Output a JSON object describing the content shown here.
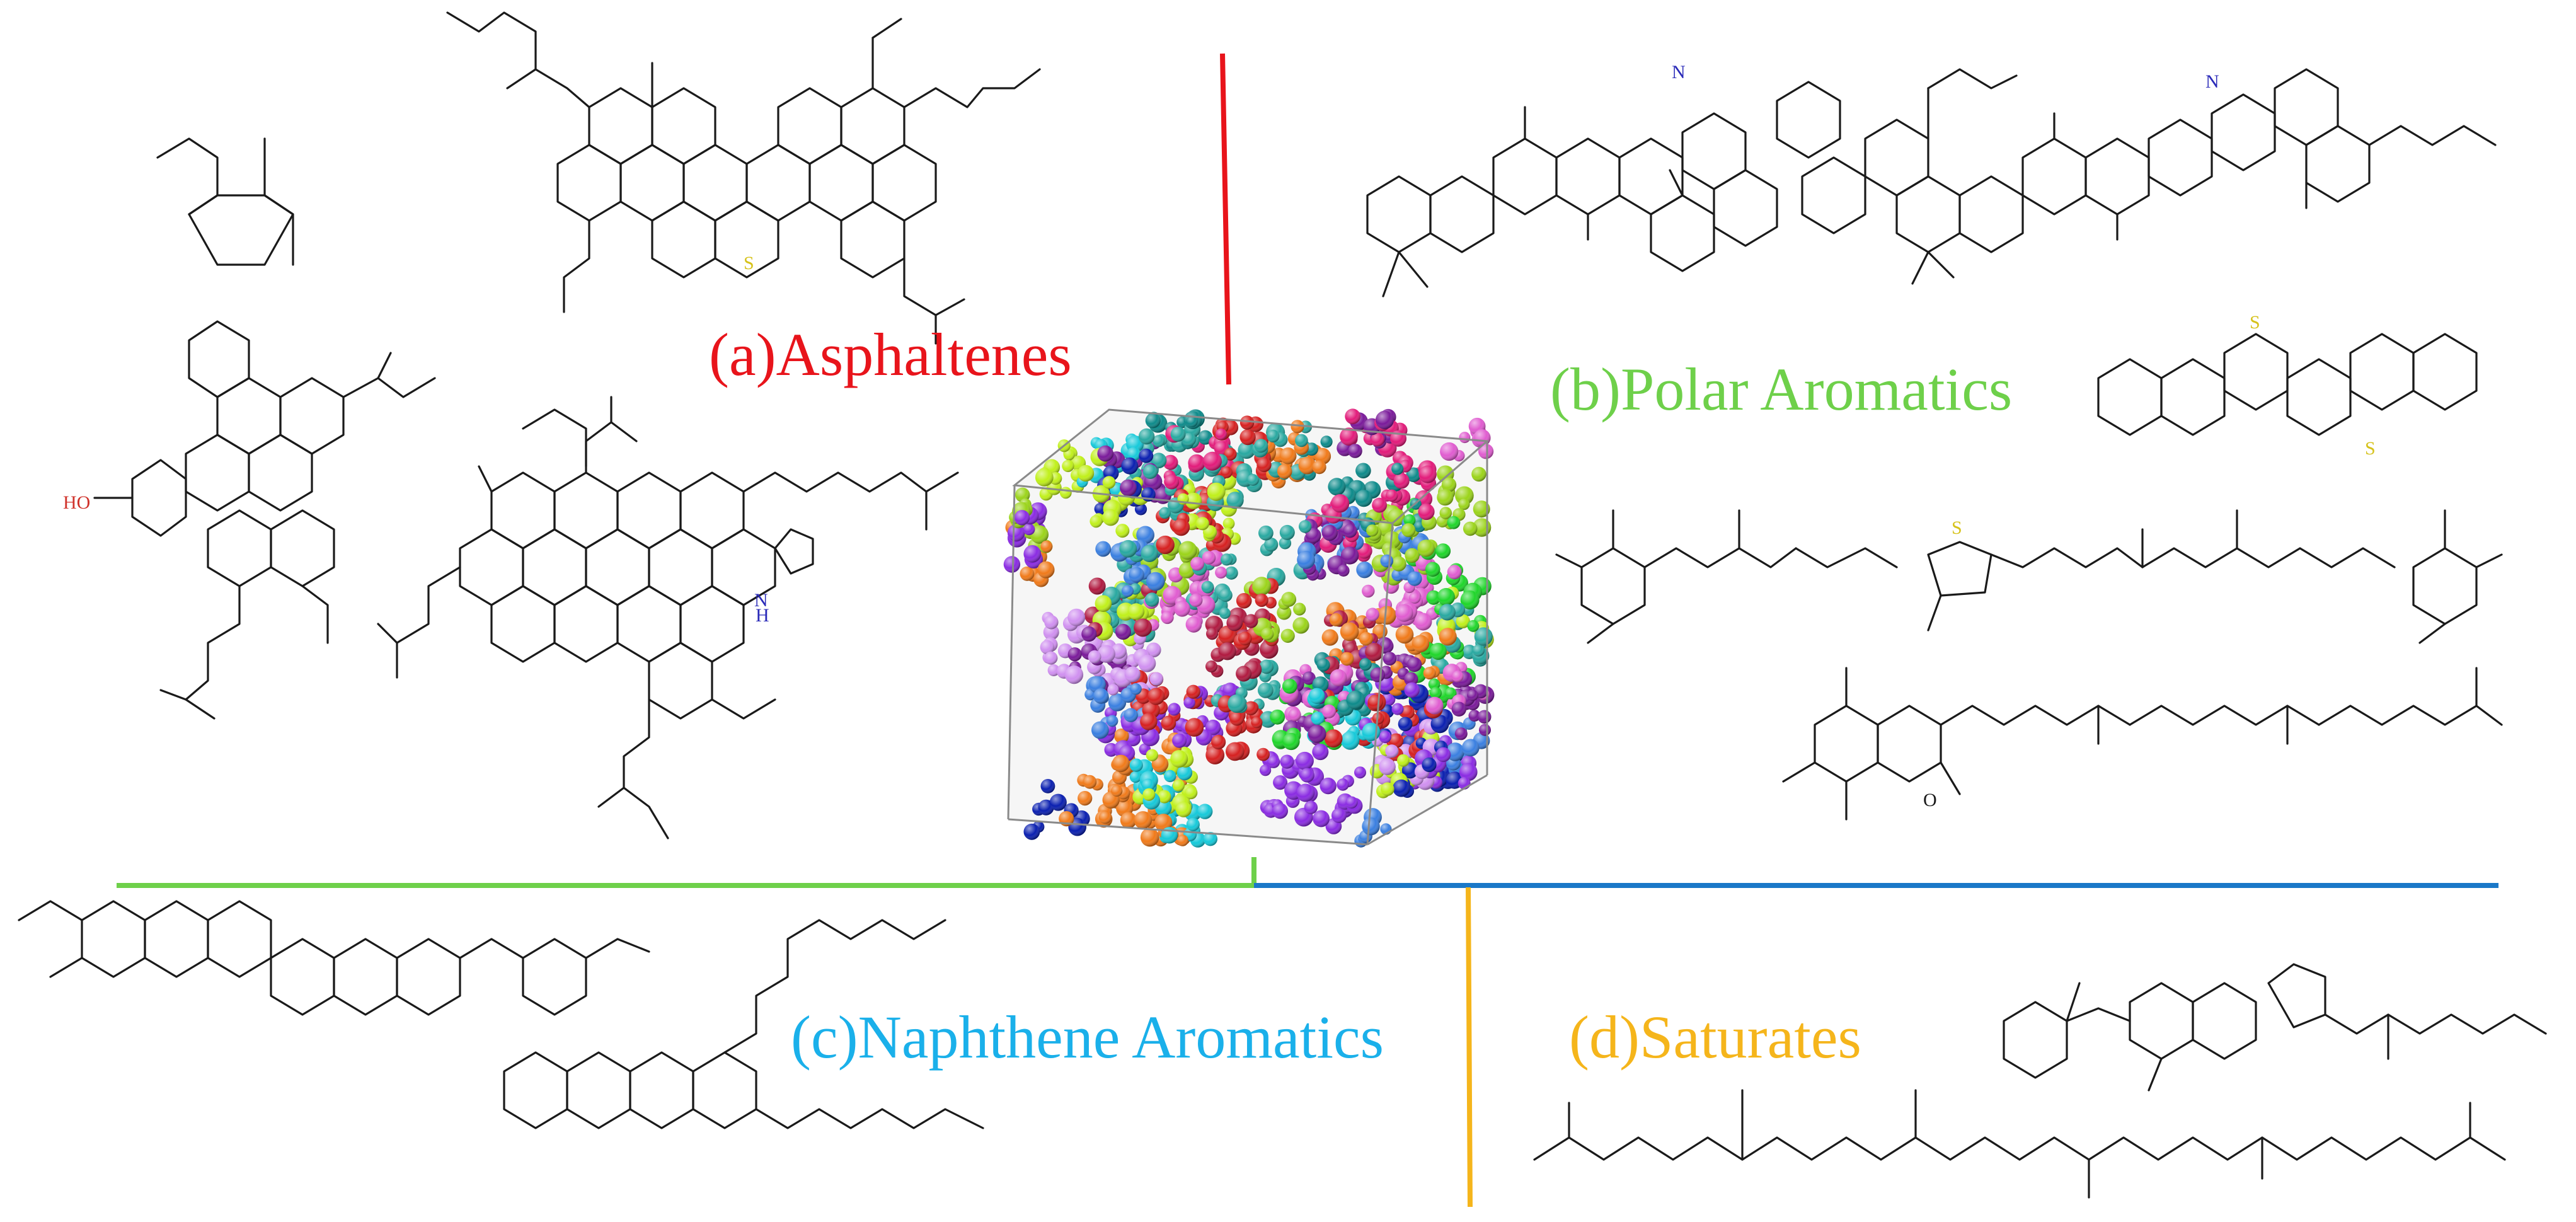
{
  "labels": {
    "a": "(a)Asphaltenes",
    "b": "(b)Polar Aromatics",
    "c": "(c)Naphthene Aromatics",
    "d": "(d)Saturates"
  },
  "atoms": {
    "ho": "HO",
    "s1": "S",
    "n_h": "N",
    "h_pyrrole": "H",
    "n1": "N",
    "n2": "N",
    "s2": "S",
    "s3": "S",
    "s4": "S",
    "o1": "O"
  },
  "colors": {
    "asphaltenes": "#e8141b",
    "polar_aromatics": "#6ed04a",
    "naphthene_aromatics": "#1ab0ea",
    "saturates": "#f5b51b",
    "divider_blue": "#1a78c8",
    "heteroatom_o": "#d0332c",
    "heteroatom_n": "#2a2ab8",
    "heteroatom_s": "#d6c21a",
    "bond": "#1a1a1a"
  },
  "icons": {
    "center": "molecular-dynamics-simulation-box"
  }
}
